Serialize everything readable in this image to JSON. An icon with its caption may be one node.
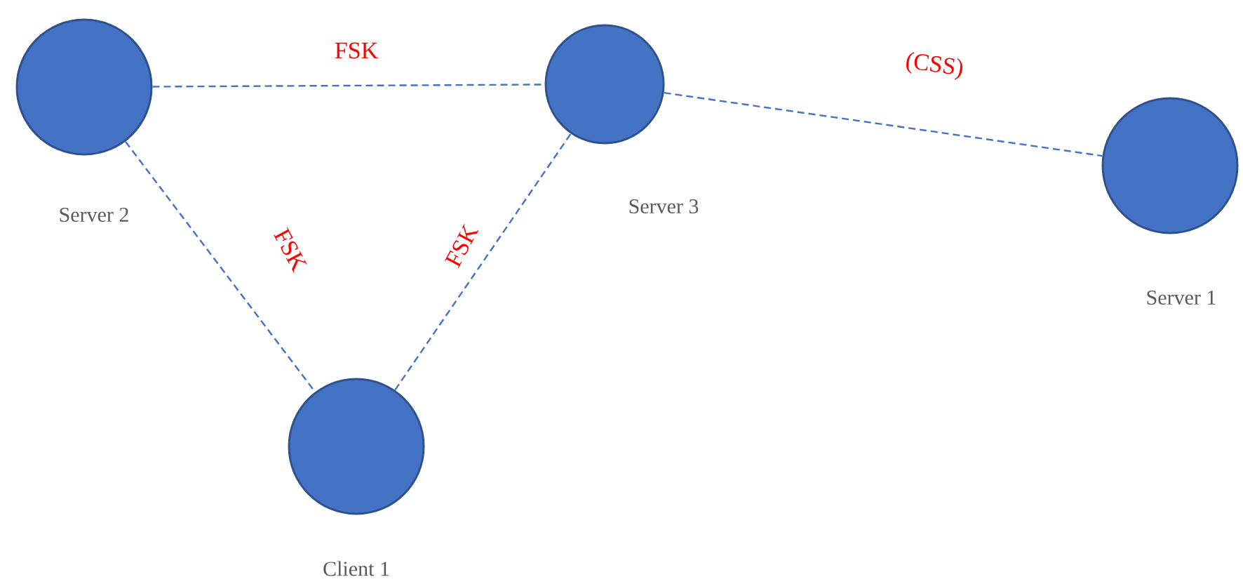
{
  "diagram": {
    "nodes": [
      {
        "text": [
          "Server 2"
        ]
      },
      {
        "text": [
          "Server 3"
        ]
      },
      {
        "text": [
          "Server 1"
        ]
      },
      {
        "text": [
          "Client 1"
        ]
      }
    ],
    "edges": [
      {
        "from": 0,
        "to": 1,
        "arrow": "none",
        "label": "FSK",
        "style": "dashed"
      },
      {
        "from": 1,
        "to": 2,
        "arrow": "none",
        "label": "(CSS)",
        "style": "dashed"
      },
      {
        "from": 0,
        "to": 3,
        "arrow": "none",
        "label": "FSK",
        "style": "dashed"
      },
      {
        "from": 3,
        "to": 1,
        "arrow": "none",
        "label": "FSK",
        "style": "dashed"
      }
    ]
  }
}
